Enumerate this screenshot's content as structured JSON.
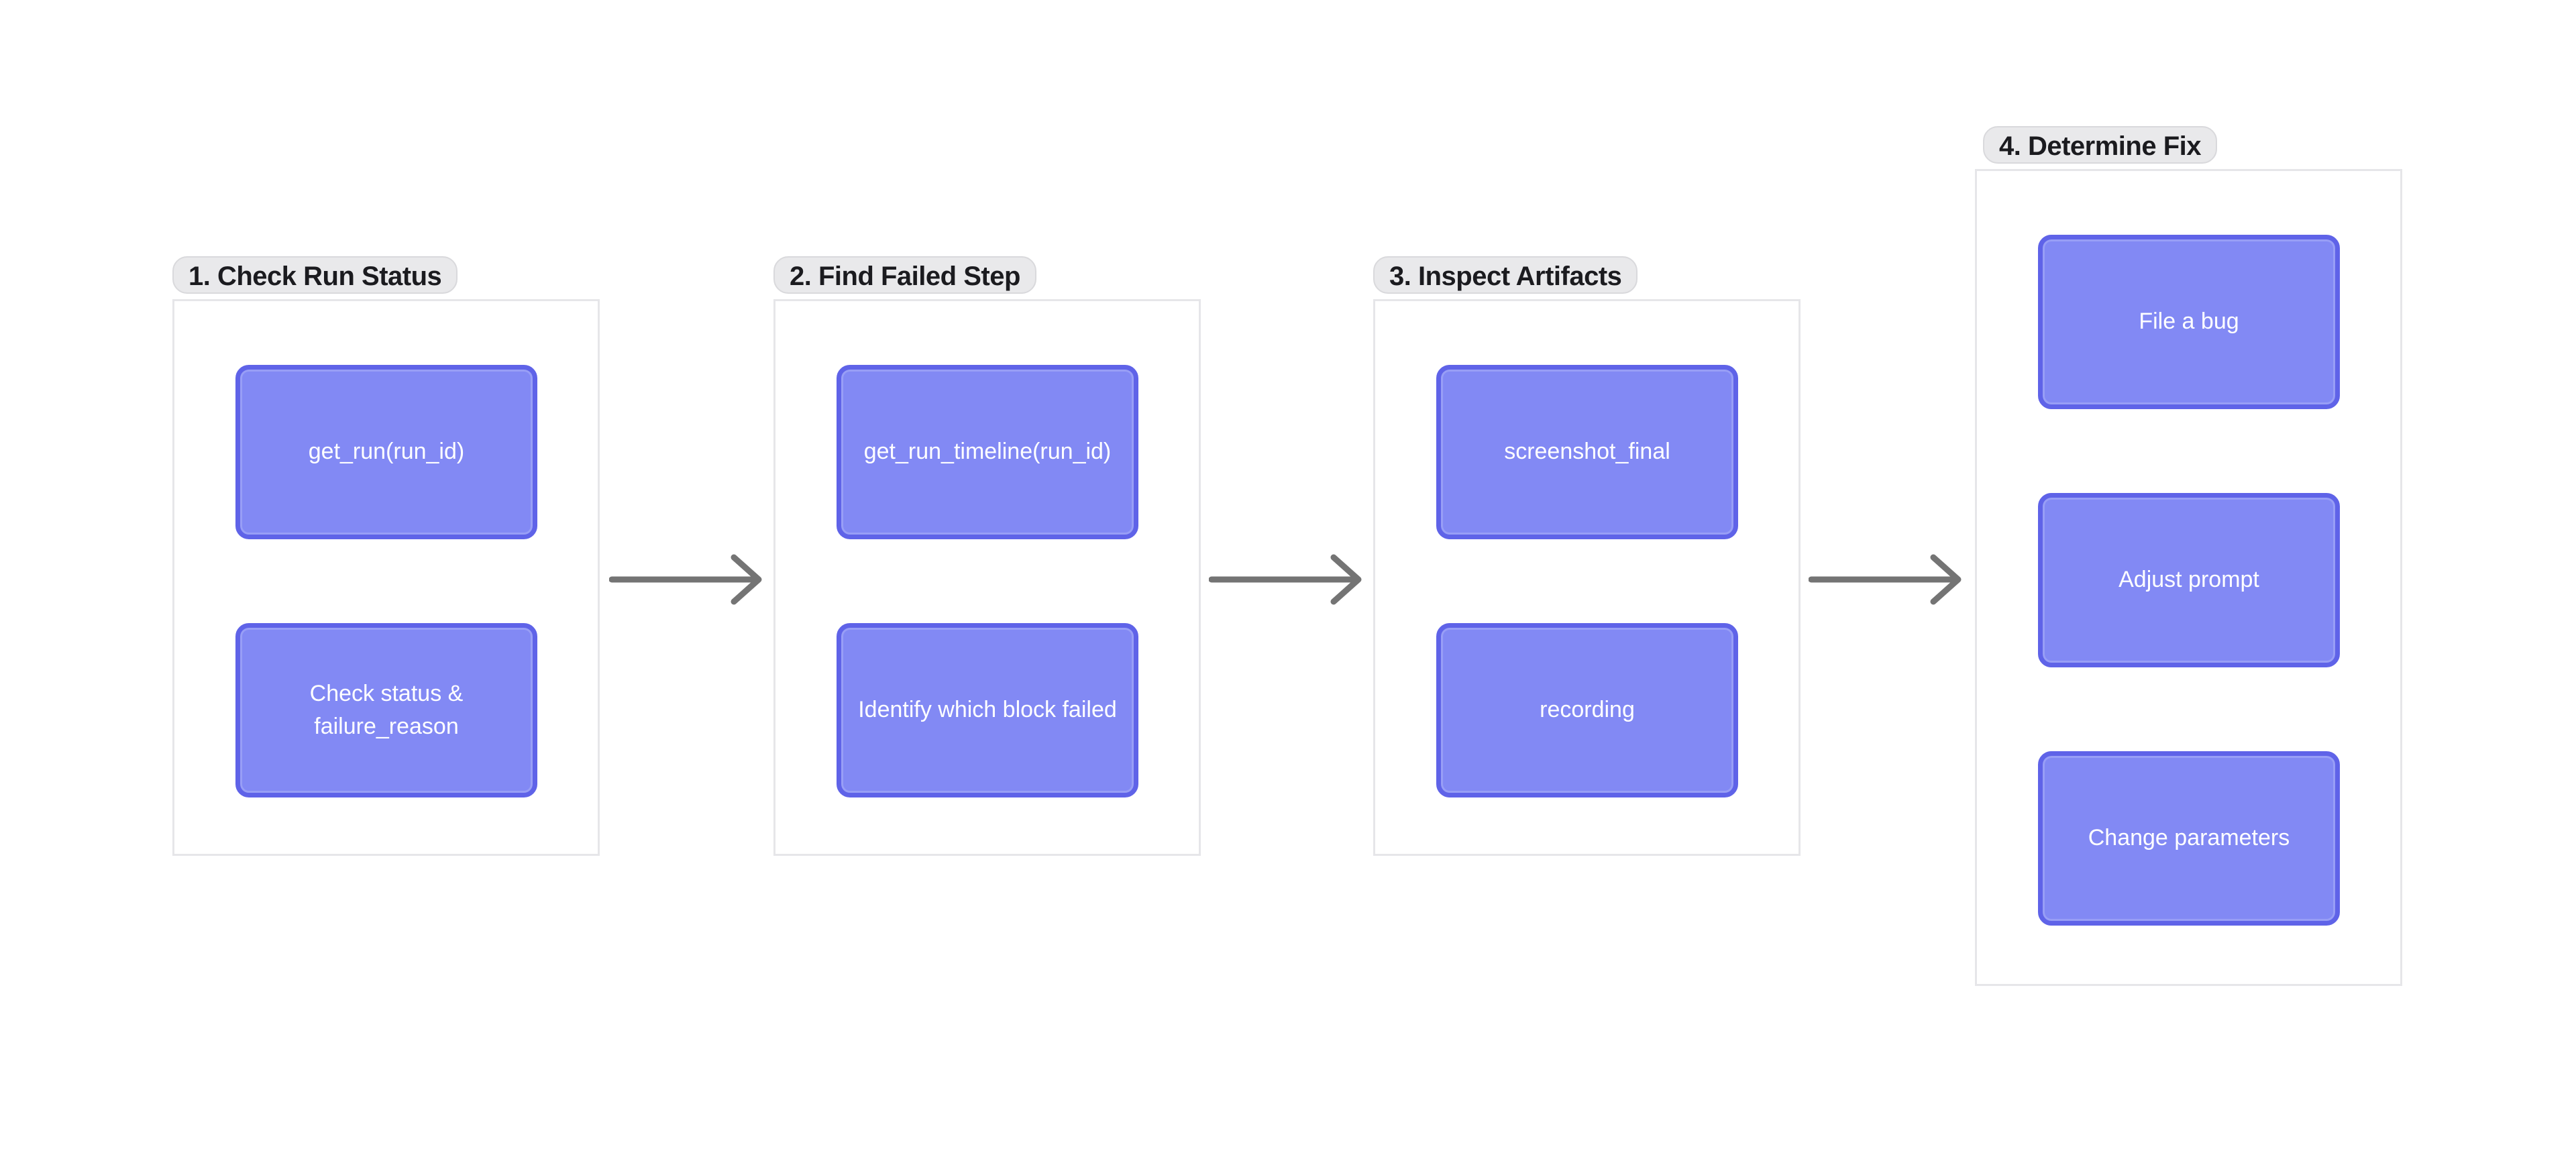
{
  "colors": {
    "canvas_background": "#ffffff",
    "node_fill": "#8289f4",
    "node_border": "#5f63e8",
    "node_text": "#ffffff",
    "group_border": "#e6e6e9",
    "group_background": "#ffffff",
    "label_pill_background": "#e9e9eb",
    "label_pill_border": "#d9d9dc",
    "label_text": "#1b1b1f",
    "arrow_color": "#747474"
  },
  "diagram": {
    "groups": [
      {
        "label": "1. Check Run Status",
        "nodes": [
          {
            "label": "get_run(run_id)"
          },
          {
            "label": "Check status & failure_reason"
          }
        ]
      },
      {
        "label": "2. Find Failed Step",
        "nodes": [
          {
            "label": "get_run_timeline(run_id)"
          },
          {
            "label": "Identify which block failed"
          }
        ]
      },
      {
        "label": "3. Inspect Artifacts",
        "nodes": [
          {
            "label": "screenshot_final"
          },
          {
            "label": "recording"
          }
        ]
      },
      {
        "label": "4. Determine Fix",
        "nodes": [
          {
            "label": "File a bug"
          },
          {
            "label": "Adjust prompt"
          },
          {
            "label": "Change parameters"
          }
        ]
      }
    ],
    "arrows": [
      {
        "from": "1. Check Run Status",
        "to": "2. Find Failed Step"
      },
      {
        "from": "2. Find Failed Step",
        "to": "3. Inspect Artifacts"
      },
      {
        "from": "3. Inspect Artifacts",
        "to": "4. Determine Fix"
      }
    ]
  }
}
